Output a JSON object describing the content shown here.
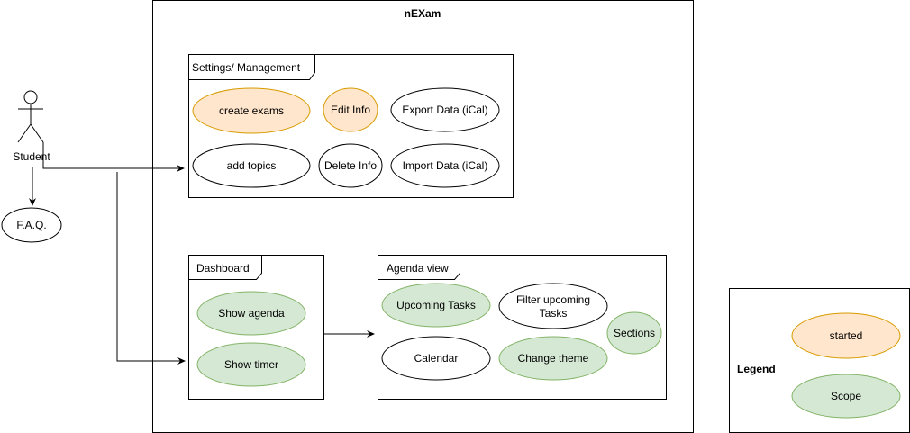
{
  "system": {
    "title": "nEXam"
  },
  "actor": {
    "label": "Student"
  },
  "faq": {
    "label": "F.A.Q."
  },
  "settings": {
    "title": "Settings/ Management",
    "create_exams": "create exams",
    "edit_info": "Edit Info",
    "export_data": "Export Data (iCal)",
    "add_topics": "add topics",
    "delete_info": "Delete Info",
    "import_data": "Import Data (iCal)"
  },
  "dashboard": {
    "title": "Dashboard",
    "show_agenda": "Show agenda",
    "show_timer": "Show timer"
  },
  "agenda": {
    "title": "Agenda view",
    "upcoming_tasks": "Upcoming Tasks",
    "filter_upcoming": "Filter upcoming Tasks",
    "sections": "Sections",
    "calendar": "Calendar",
    "change_theme": "Change theme"
  },
  "legend": {
    "title": "Legend",
    "started": "started",
    "scope": "Scope"
  },
  "colors": {
    "started_fill": "#ffe6cc",
    "started_stroke": "#d79b00",
    "scope_fill": "#d5e8d4",
    "scope_stroke": "#82b366",
    "line": "#000000"
  }
}
